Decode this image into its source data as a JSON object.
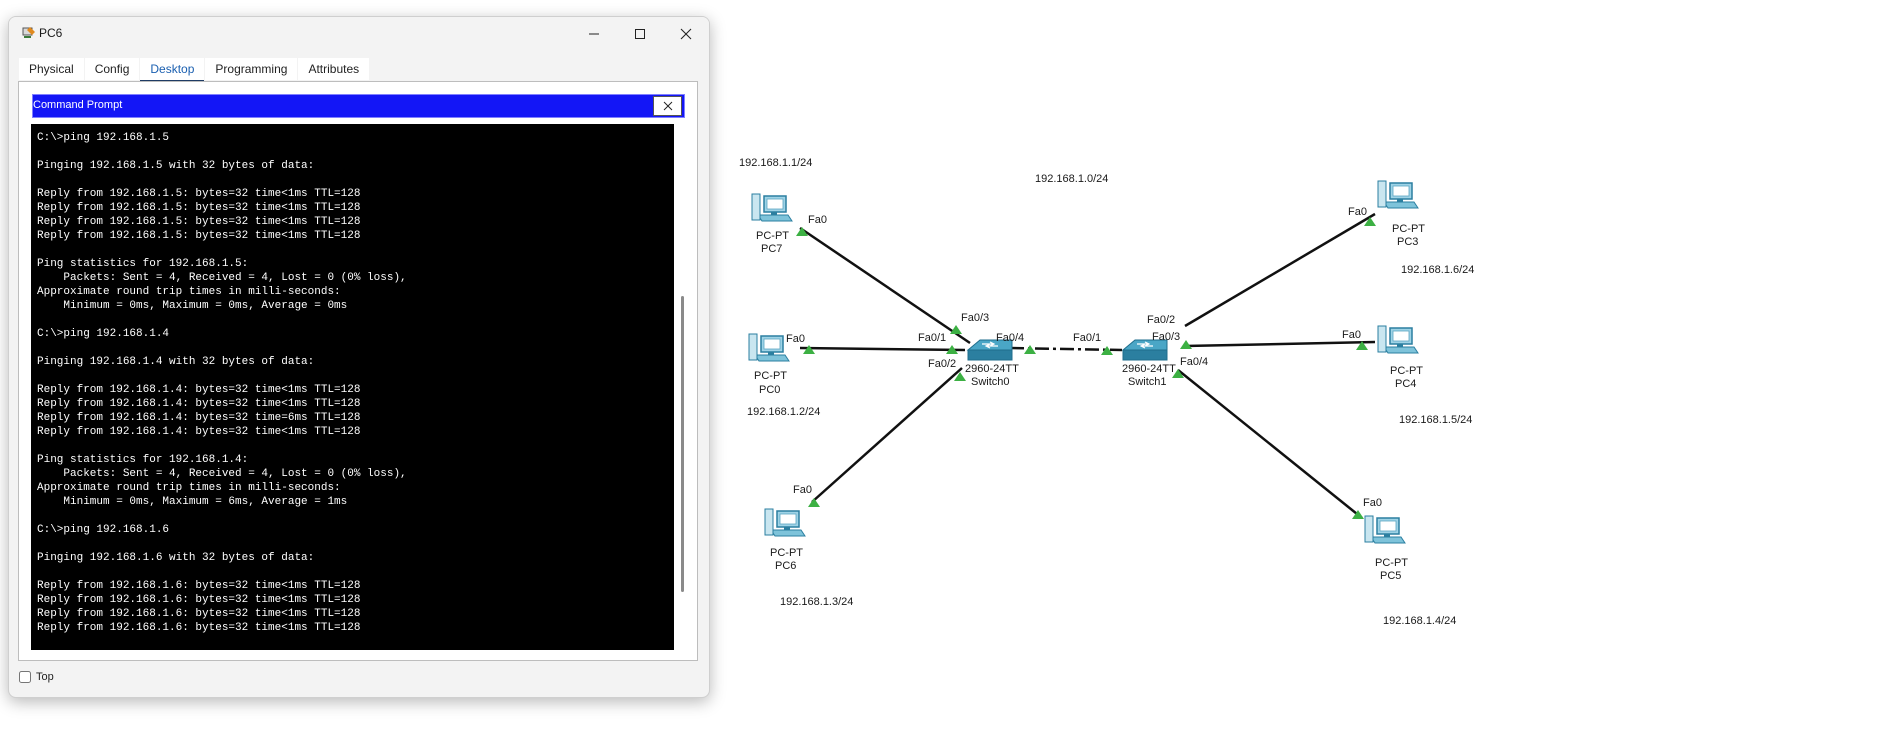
{
  "window": {
    "title": "PC6",
    "tabs": [
      "Physical",
      "Config",
      "Desktop",
      "Programming",
      "Attributes"
    ],
    "active_tab": "Desktop",
    "command_prompt_title": "Command Prompt",
    "close_label": "X",
    "top_label": "Top"
  },
  "terminal": {
    "lines": [
      "C:\\>ping 192.168.1.5",
      "",
      "Pinging 192.168.1.5 with 32 bytes of data:",
      "",
      "Reply from 192.168.1.5: bytes=32 time<1ms TTL=128",
      "Reply from 192.168.1.5: bytes=32 time<1ms TTL=128",
      "Reply from 192.168.1.5: bytes=32 time<1ms TTL=128",
      "Reply from 192.168.1.5: bytes=32 time<1ms TTL=128",
      "",
      "Ping statistics for 192.168.1.5:",
      "    Packets: Sent = 4, Received = 4, Lost = 0 (0% loss),",
      "Approximate round trip times in milli-seconds:",
      "    Minimum = 0ms, Maximum = 0ms, Average = 0ms",
      "",
      "C:\\>ping 192.168.1.4",
      "",
      "Pinging 192.168.1.4 with 32 bytes of data:",
      "",
      "Reply from 192.168.1.4: bytes=32 time<1ms TTL=128",
      "Reply from 192.168.1.4: bytes=32 time<1ms TTL=128",
      "Reply from 192.168.1.4: bytes=32 time=6ms TTL=128",
      "Reply from 192.168.1.4: bytes=32 time<1ms TTL=128",
      "",
      "Ping statistics for 192.168.1.4:",
      "    Packets: Sent = 4, Received = 4, Lost = 0 (0% loss),",
      "Approximate round trip times in milli-seconds:",
      "    Minimum = 0ms, Maximum = 6ms, Average = 1ms",
      "",
      "C:\\>ping 192.168.1.6",
      "",
      "Pinging 192.168.1.6 with 32 bytes of data:",
      "",
      "Reply from 192.168.1.6: bytes=32 time<1ms TTL=128",
      "Reply from 192.168.1.6: bytes=32 time<1ms TTL=128",
      "Reply from 192.168.1.6: bytes=32 time<1ms TTL=128",
      "Reply from 192.168.1.6: bytes=32 time<1ms TTL=128"
    ]
  },
  "topology": {
    "network_label": "192.168.1.0/24",
    "pcs": {
      "pc7": {
        "type": "PC-PT",
        "name": "PC7",
        "ip": "192.168.1.1/24",
        "port": "Fa0"
      },
      "pc0": {
        "type": "PC-PT",
        "name": "PC0",
        "ip": "192.168.1.2/24",
        "port": "Fa0"
      },
      "pc6": {
        "type": "PC-PT",
        "name": "PC6",
        "ip": "192.168.1.3/24",
        "port": "Fa0"
      },
      "pc3": {
        "type": "PC-PT",
        "name": "PC3",
        "ip": "192.168.1.6/24",
        "port": "Fa0"
      },
      "pc4": {
        "type": "PC-PT",
        "name": "PC4",
        "ip": "192.168.1.5/24",
        "port": "Fa0"
      },
      "pc5": {
        "type": "PC-PT",
        "name": "PC5",
        "ip": "192.168.1.4/24",
        "port": "Fa0"
      }
    },
    "switches": {
      "switch0": {
        "model": "2960-24TT",
        "name": "Switch0",
        "ports": {
          "p1": "Fa0/1",
          "p2": "Fa0/2",
          "p3": "Fa0/3",
          "p4": "Fa0/4"
        }
      },
      "switch1": {
        "model": "2960-24TT",
        "name": "Switch1",
        "ports": {
          "p1": "Fa0/1",
          "p2": "Fa0/2",
          "p3": "Fa0/3",
          "p4": "Fa0/4"
        }
      }
    },
    "colors": {
      "link": "#111111",
      "port_indicator": "#3cb043",
      "device": "#2b7fa0"
    }
  }
}
